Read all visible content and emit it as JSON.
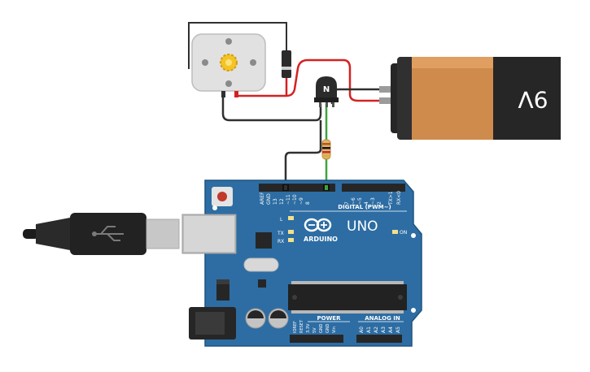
{
  "battery": {
    "label": "9V"
  },
  "transistor": {
    "label": "N"
  },
  "arduino": {
    "brand": "ARDUINO",
    "model": "UNO",
    "digital_header": "DIGITAL (PWM~)",
    "analog_header": "ANALOG IN",
    "power_header": "POWER",
    "led_l": "L",
    "led_tx": "TX",
    "led_rx": "RX",
    "led_on": "ON",
    "pins_top": [
      "AREF",
      "GND",
      "13",
      "12",
      "~11",
      "~10",
      "~9",
      "8",
      "7",
      "~6",
      "~5",
      "4",
      "~3",
      "2",
      "TX>1",
      "RX<0"
    ],
    "pins_power": [
      "IOREF",
      "RESET",
      "3.3V",
      "5V",
      "GND",
      "GND",
      "Vin"
    ],
    "pins_analog": [
      "A0",
      "A1",
      "A2",
      "A3",
      "A4",
      "A5"
    ]
  },
  "colors": {
    "board": "#2d6da3",
    "board_dark": "#1f5480",
    "battery_body": "#cf8b4c",
    "battery_cap": "#262626",
    "wire_red": "#d32222",
    "wire_black": "#303030",
    "wire_green": "#3fa33f"
  }
}
